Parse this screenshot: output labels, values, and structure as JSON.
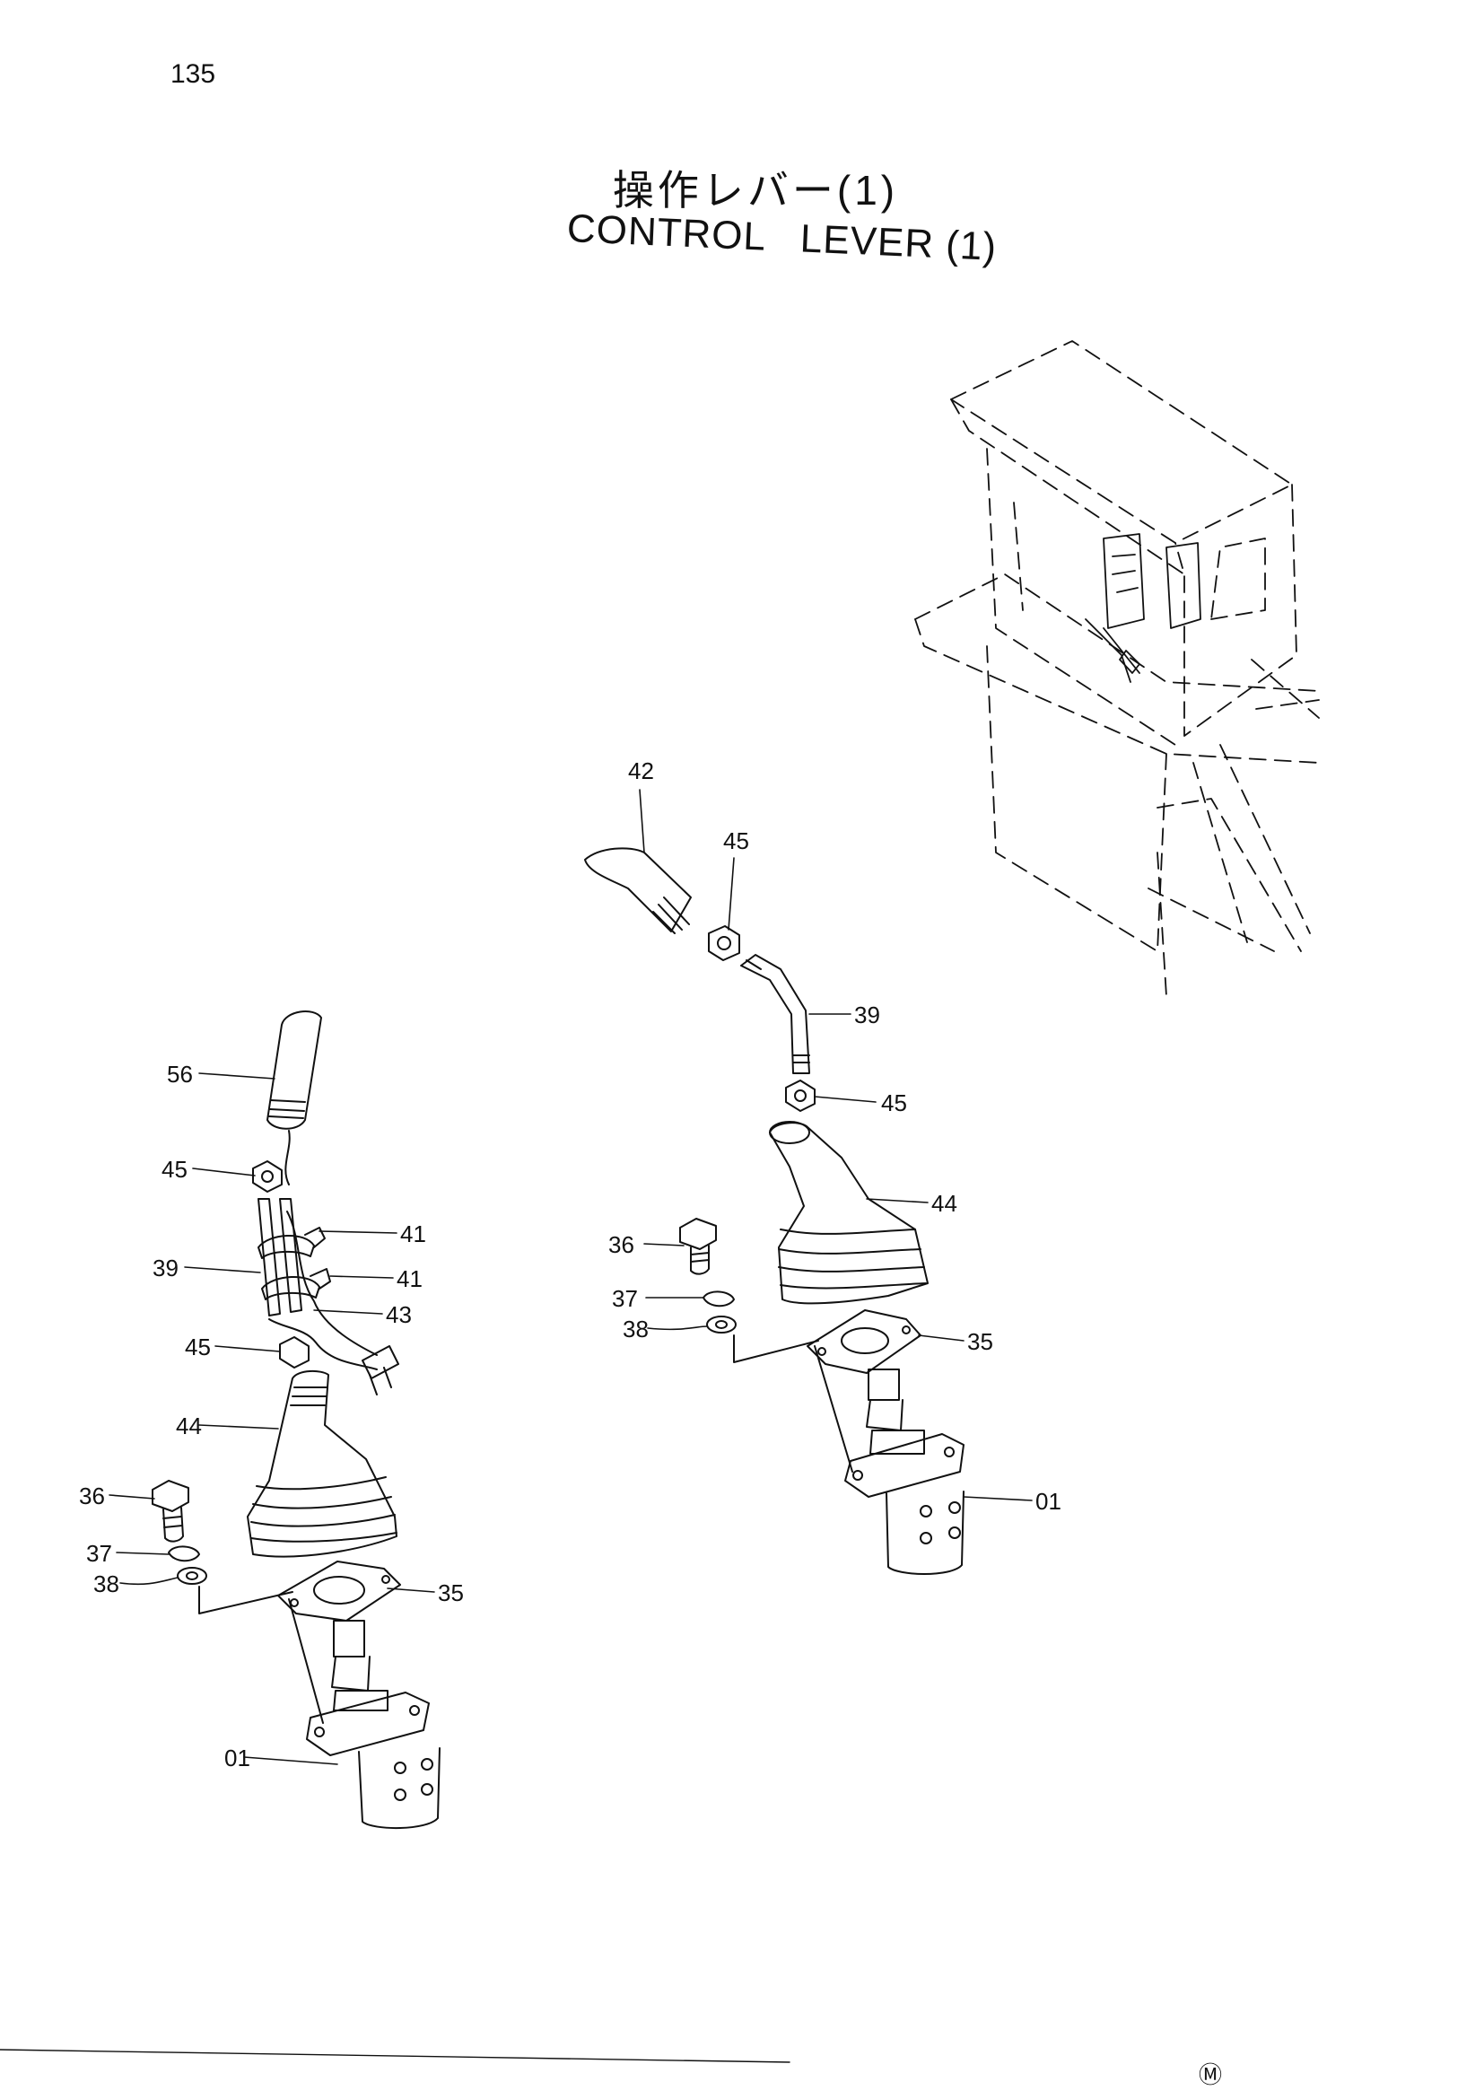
{
  "page": {
    "number": "135",
    "title_jp": "操作レバー(1)",
    "title_en": "CONTROL   LEVER (1)",
    "mark": "Ⓜ"
  },
  "callouts": [
    {
      "id": "c42a",
      "label": "42"
    },
    {
      "id": "c45a",
      "label": "45"
    },
    {
      "id": "c39a",
      "label": "39"
    },
    {
      "id": "c45b",
      "label": "45"
    },
    {
      "id": "c44a",
      "label": "44"
    },
    {
      "id": "c36a",
      "label": "36"
    },
    {
      "id": "c37a",
      "label": "37"
    },
    {
      "id": "c38a",
      "label": "38"
    },
    {
      "id": "c35a",
      "label": "35"
    },
    {
      "id": "c01a",
      "label": "01"
    },
    {
      "id": "c56b",
      "label": "56"
    },
    {
      "id": "c45c",
      "label": "45"
    },
    {
      "id": "c41b",
      "label": "41"
    },
    {
      "id": "c39b",
      "label": "39"
    },
    {
      "id": "c41c",
      "label": "41"
    },
    {
      "id": "c43b",
      "label": "43"
    },
    {
      "id": "c45d",
      "label": "45"
    },
    {
      "id": "c44b",
      "label": "44"
    },
    {
      "id": "c36b",
      "label": "36"
    },
    {
      "id": "c37b",
      "label": "37"
    },
    {
      "id": "c38b",
      "label": "38"
    },
    {
      "id": "c35b",
      "label": "35"
    },
    {
      "id": "c01b",
      "label": "01"
    }
  ]
}
